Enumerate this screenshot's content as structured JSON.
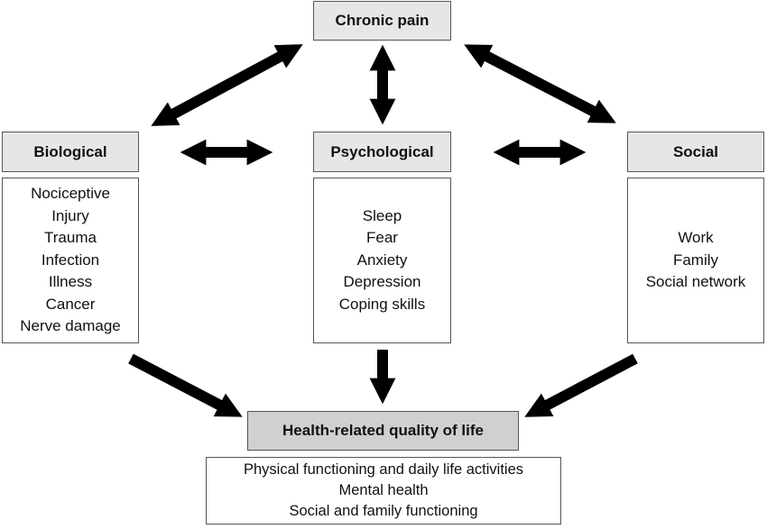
{
  "diagram": {
    "top": {
      "label": "Chronic pain"
    },
    "biological": {
      "label": "Biological",
      "items": [
        "Nociceptive",
        "Injury",
        "Trauma",
        "Infection",
        "Illness",
        "Cancer",
        "Nerve damage"
      ]
    },
    "psychological": {
      "label": "Psychological",
      "items": [
        "Sleep",
        "Fear",
        "Anxiety",
        "Depression",
        "Coping skills"
      ]
    },
    "social": {
      "label": "Social",
      "items": [
        "Work",
        "Family",
        "Social network"
      ]
    },
    "hrql": {
      "label": "Health-related quality of life",
      "items": [
        "Physical functioning and daily life activities",
        "Mental health",
        "Social and family functioning"
      ]
    },
    "colors": {
      "arrow": "#000000",
      "header_fill": "#e6e6e6",
      "hrql_fill": "#d0d0d0",
      "border": "#555555"
    }
  }
}
